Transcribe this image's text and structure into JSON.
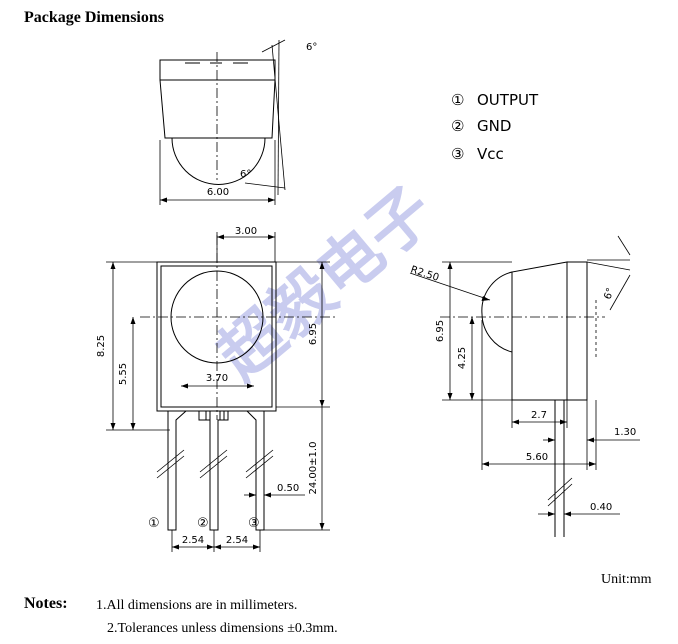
{
  "title": "Package Dimensions",
  "pins": [
    {
      "num": "①",
      "label": "OUTPUT"
    },
    {
      "num": "②",
      "label": "GND"
    },
    {
      "num": "③",
      "label": "Vcc"
    }
  ],
  "dims": {
    "top_width": "6.00",
    "top_angle_top": "6°",
    "top_angle_bottom": "6°",
    "lens_width": "3.00",
    "body_height": "8.25",
    "lens_center_height": "5.55",
    "body_height_inner": "6.95",
    "pin_span": "3.70",
    "lead_length": "24.00±1.0",
    "lead_width": "0.50",
    "pitch_a": "2.54",
    "pitch_b": "2.54",
    "radius": "R2.50",
    "side_height": "6.95",
    "side_center": "4.25",
    "side_angle": "6°",
    "side_depth": "2.7",
    "side_total": "5.60",
    "side_lead_offset": "1.30",
    "side_lead_thick": "0.40"
  },
  "front_pin_markers": [
    "①",
    "②",
    "③"
  ],
  "unit": "Unit:mm",
  "notes": {
    "label": "Notes:",
    "items": [
      "1.All dimensions are in millimeters.",
      "2.Tolerances unless dimensions  ±0.3mm."
    ]
  },
  "watermark": "超毅电子"
}
